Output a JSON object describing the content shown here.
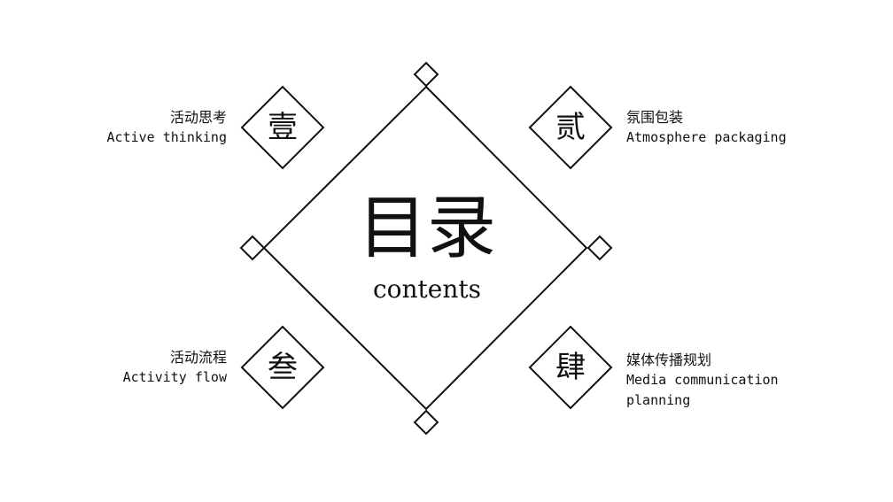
{
  "title": {
    "cn": "目录",
    "en": "contents"
  },
  "items": [
    {
      "numeral": "壹",
      "cn": "活动思考",
      "en": "Active thinking"
    },
    {
      "numeral": "贰",
      "cn": "氛围包装",
      "en": "Atmosphere packaging"
    },
    {
      "numeral": "叁",
      "cn": "活动流程",
      "en": "Activity flow"
    },
    {
      "numeral": "肆",
      "cn": "媒体传播规划",
      "en": "Media communication planning"
    }
  ]
}
